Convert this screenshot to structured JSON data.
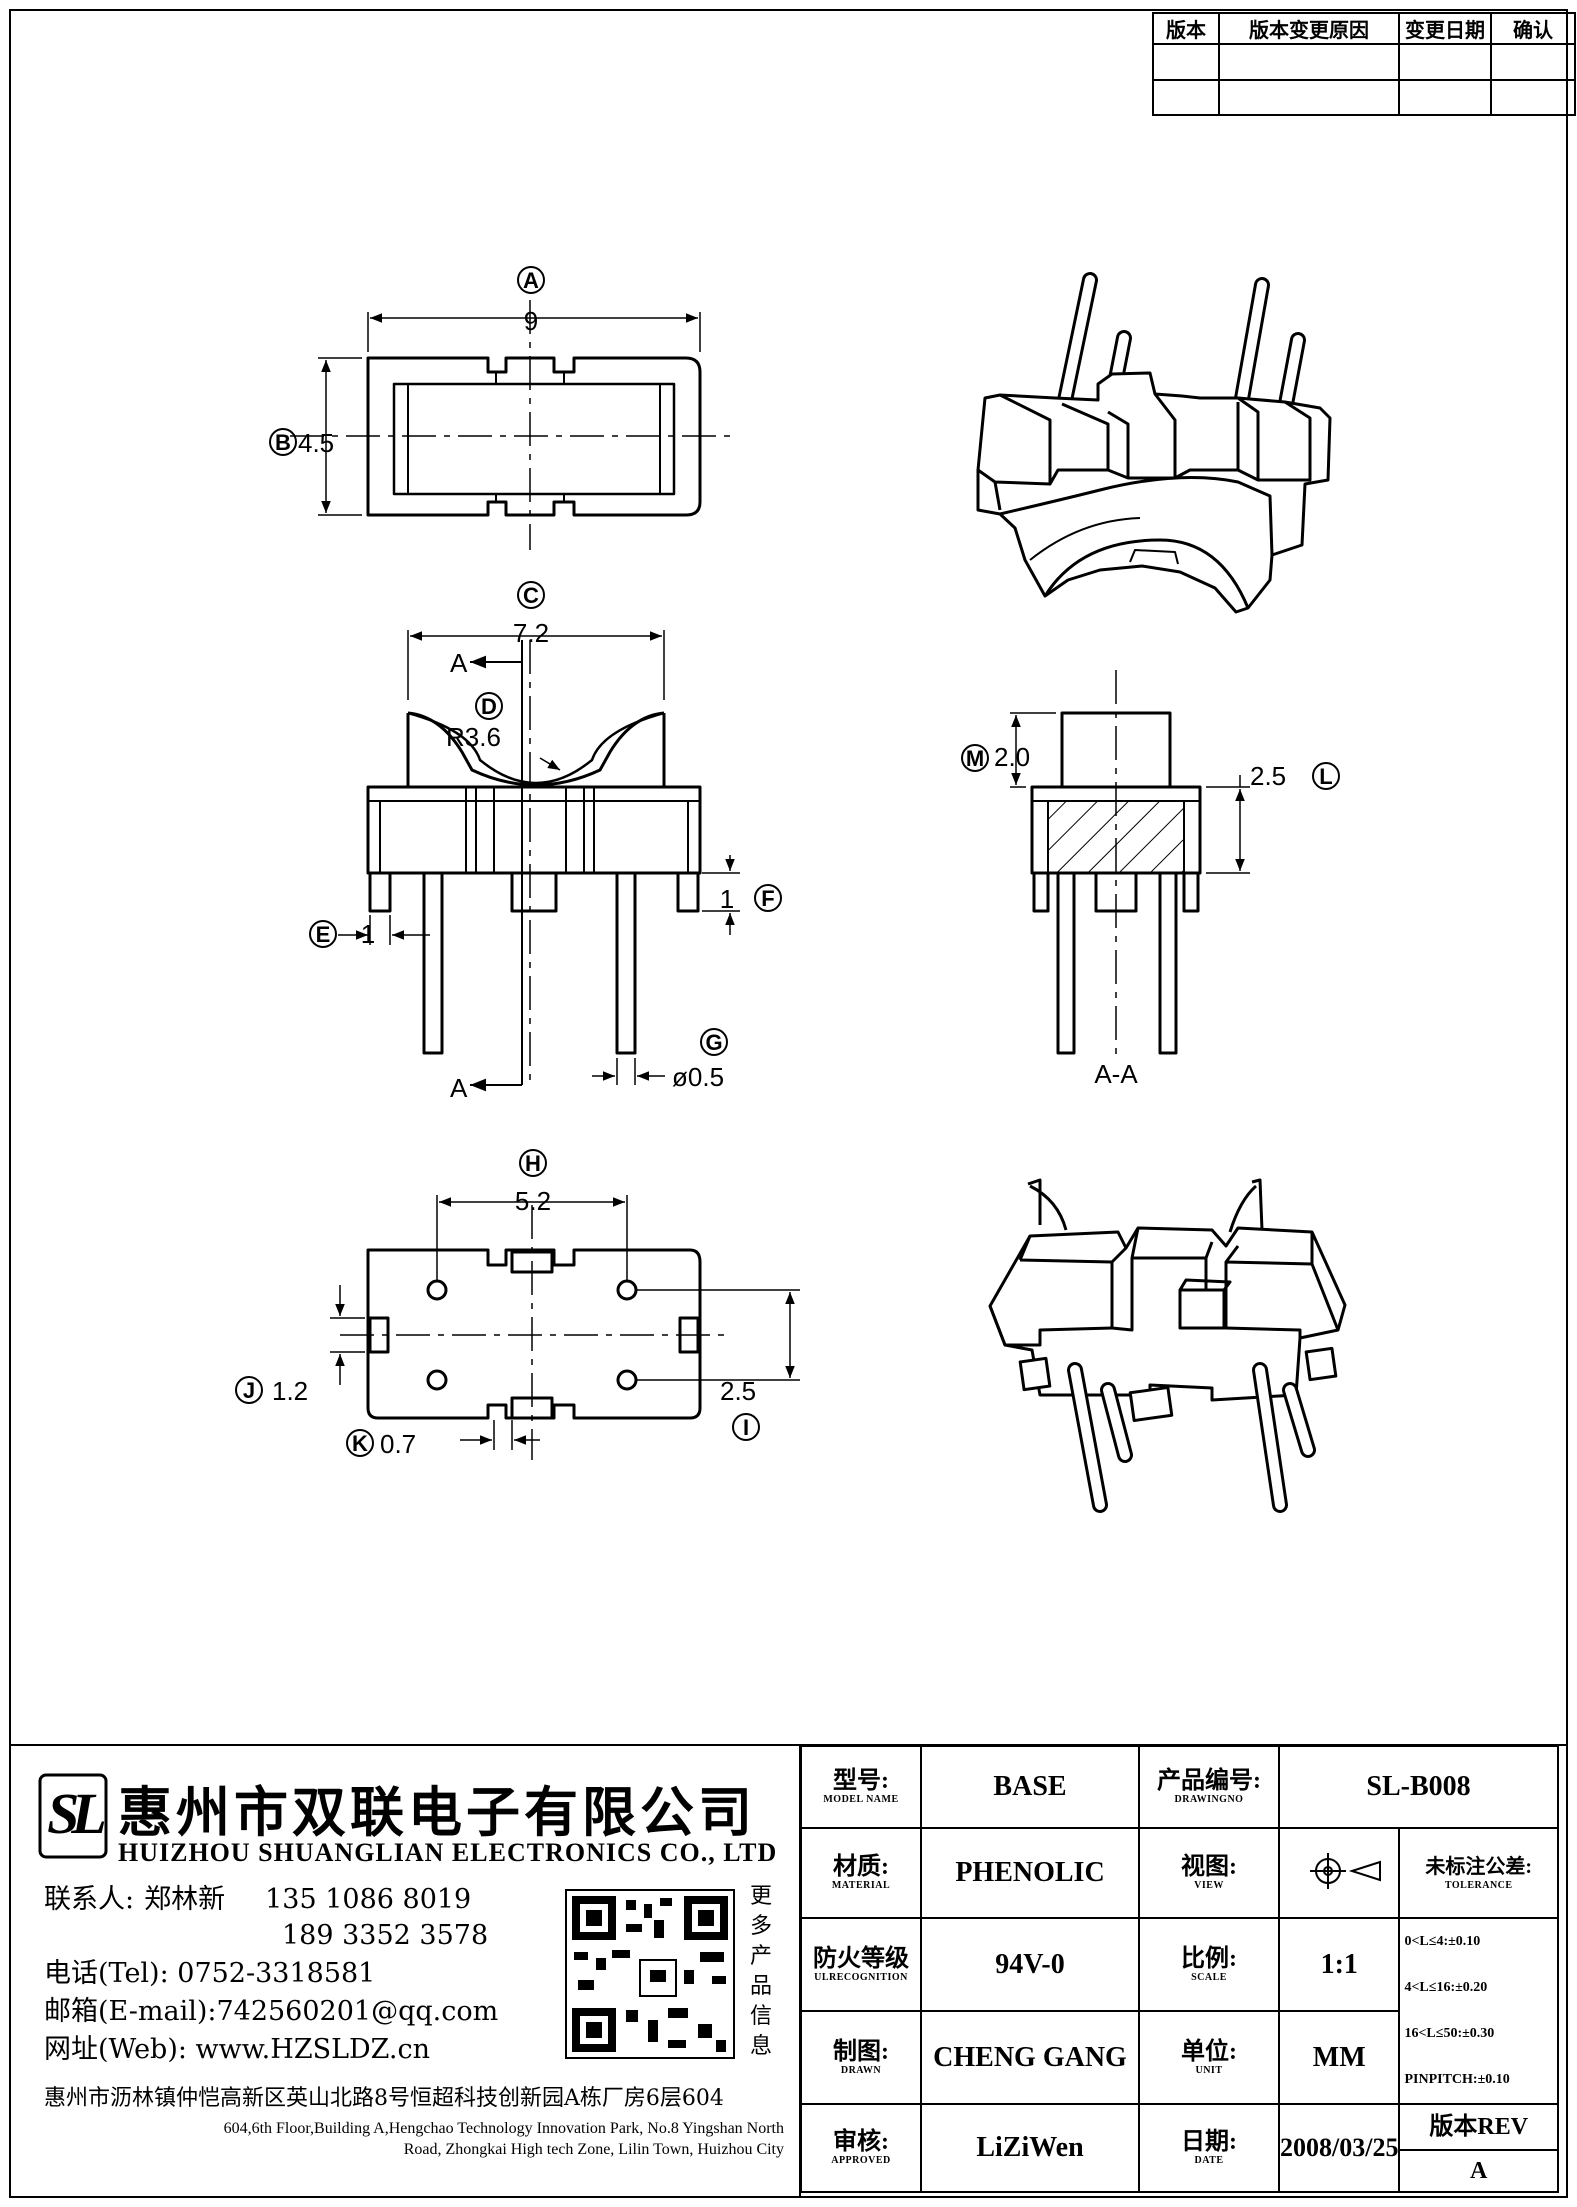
{
  "revision_table": {
    "headers": [
      "版本",
      "版本变更原因",
      "变更日期",
      "确认"
    ],
    "rows": [
      [
        "",
        "",
        "",
        ""
      ],
      [
        "",
        "",
        "",
        ""
      ]
    ]
  },
  "dimensions": {
    "A": {
      "letter": "A",
      "value": "9"
    },
    "B": {
      "letter": "B",
      "value": "4.5"
    },
    "C": {
      "letter": "C",
      "value": "7.2"
    },
    "D": {
      "letter": "D",
      "value": "R3.6"
    },
    "E": {
      "letter": "E",
      "value": "1"
    },
    "F": {
      "letter": "F",
      "value": "1"
    },
    "G": {
      "letter": "G",
      "value": "ø0.5"
    },
    "H": {
      "letter": "H",
      "value": "5.2"
    },
    "I": {
      "letter": "I",
      "value": "2.5"
    },
    "J": {
      "letter": "J",
      "value": "1.2"
    },
    "K": {
      "letter": "K",
      "value": "0.7"
    },
    "L": {
      "letter": "L",
      "value": "2.5"
    },
    "M": {
      "letter": "M",
      "value": "2.0"
    }
  },
  "section": {
    "marker": "A",
    "label": "A-A"
  },
  "company": {
    "logo_text": "SL",
    "name_cn": "惠州市双联电子有限公司",
    "name_en": "HUIZHOU SHUANGLIAN ELECTRONICS CO., LTD",
    "contact_label": "联系人:",
    "contact_name": "郑林新",
    "phone1": "135 1086 8019",
    "phone2": "189 3352 3578",
    "tel": "电话(Tel): 0752-3318581",
    "email": "邮箱(E-mail):742560201@qq.com",
    "web": "网址(Web): www.HZSLDZ.cn",
    "more_info": [
      "更",
      "多",
      "产",
      "品",
      "信",
      "息"
    ],
    "address_cn": "惠州市沥林镇仲恺高新区英山北路8号恒超科技创新园A栋厂房6层604",
    "address_en_1": "604,6th Floor,Building A,Hengchao Technology Innovation Park, No.8 Yingshan North",
    "address_en_2": "Road, Zhongkai High tech Zone, Lilin Town, Huizhou City"
  },
  "title_block": {
    "model_cn": "型号:",
    "model_en": "MODEL NAME",
    "model_val": "BASE",
    "drawno_cn": "产品编号:",
    "drawno_en": "DRAWINGNO",
    "drawno_val": "SL-B008",
    "material_cn": "材质:",
    "material_en": "MATERIAL",
    "material_val": "PHENOLIC",
    "view_cn": "视图:",
    "view_en": "VIEW",
    "tol_cn": "未标注公差:",
    "tol_en": "TOLERANCE",
    "tol_1": "0<L≤4:±0.10",
    "tol_2": "4<L≤16:±0.20",
    "tol_3": "16<L≤50:±0.30",
    "tol_4": "PINPITCH:±0.10",
    "fire_cn": "防火等级",
    "fire_en": "ULRECOGNITION",
    "fire_val": "94V-0",
    "scale_cn": "比例:",
    "scale_en": "SCALE",
    "scale_val": "1:1",
    "drawn_cn": "制图:",
    "drawn_en": "DRAWN",
    "drawn_val": "CHENG GANG",
    "unit_cn": "单位:",
    "unit_en": "UNIT",
    "unit_val": "MM",
    "approved_cn": "审核:",
    "approved_en": "APPROVED",
    "approved_val": "LiZiWen",
    "date_cn": "日期:",
    "date_en": "DATE",
    "date_val": "2008/03/25",
    "rev_label": "版本REV",
    "rev_val": "A"
  }
}
